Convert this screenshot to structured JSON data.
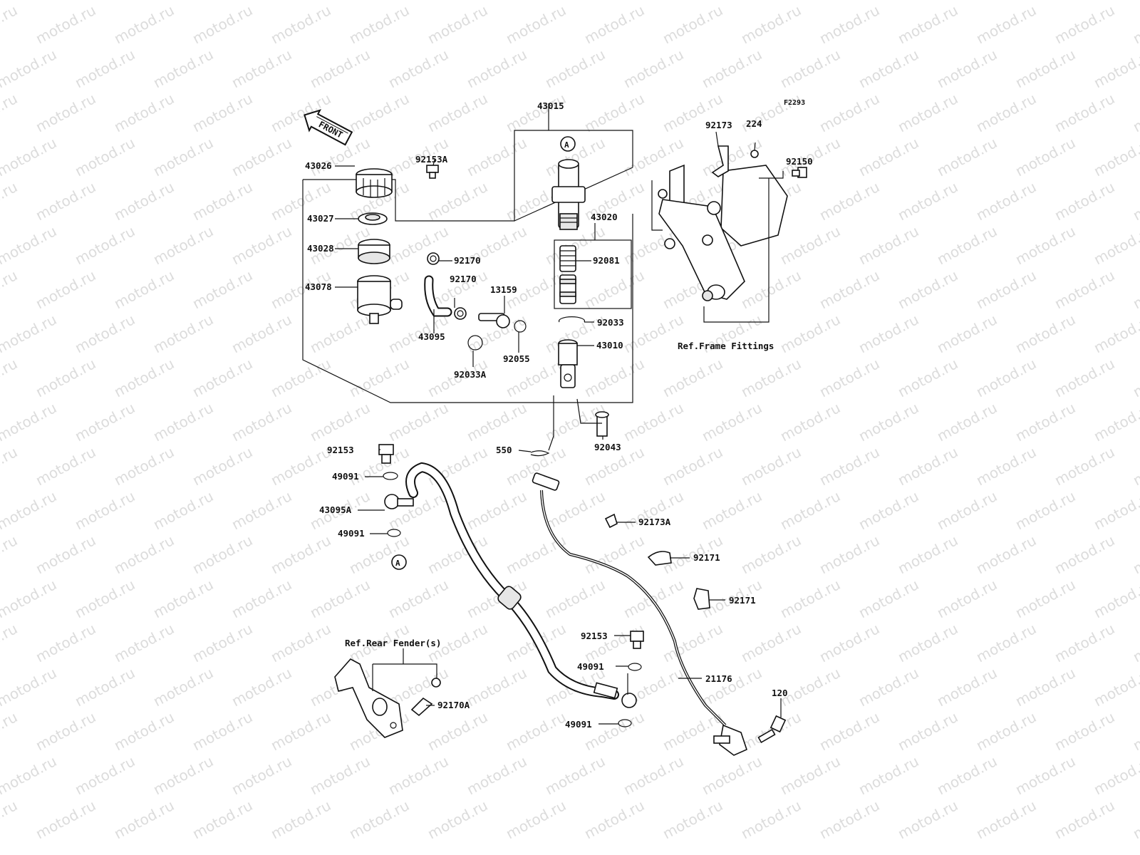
{
  "diagram": {
    "code": "F2293",
    "front_label": "FRONT",
    "watermark": "motod.ru",
    "refs": {
      "frame": "Ref.Frame Fittings",
      "fender": "Ref.Rear Fender(s)"
    },
    "markers": {
      "a_top": "A",
      "a_bottom": "A"
    },
    "parts": {
      "p43015": "43015",
      "p92153A": "92153A",
      "p43026": "43026",
      "p43027": "43027",
      "p43028": "43028",
      "p43078": "43078",
      "p92170_a": "92170",
      "p92170_b": "92170",
      "p13159": "13159",
      "p43095": "43095",
      "p92033A": "92033A",
      "p92055": "92055",
      "p43020": "43020",
      "p92081": "92081",
      "p92033": "92033",
      "p43010": "43010",
      "p92043": "92043",
      "p550": "550",
      "p92173": "92173",
      "p224": "224",
      "p92150": "92150",
      "p92153_a": "92153",
      "p49091_a": "49091",
      "p43095A": "43095A",
      "p49091_b": "49091",
      "p92173A": "92173A",
      "p92171_a": "92171",
      "p92171_b": "92171",
      "p92153_b": "92153",
      "p49091_c": "49091",
      "p21176": "21176",
      "p120": "120",
      "p49091_d": "49091",
      "p92170A": "92170A"
    }
  }
}
